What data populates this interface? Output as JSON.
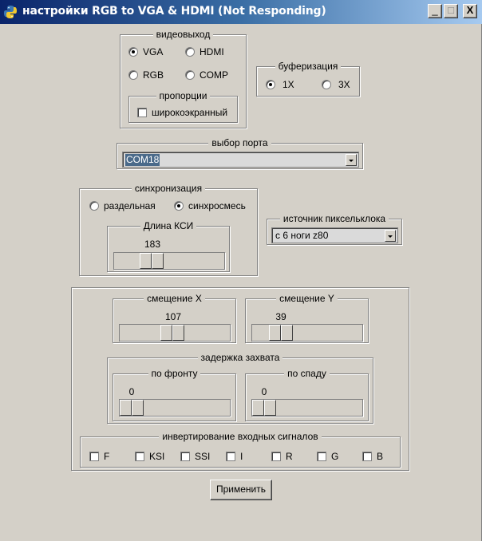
{
  "window": {
    "title": "настройки RGB to VGA & HDMI (Not Responding)",
    "icon": "python-icon",
    "controls": {
      "minimize": "_",
      "maximize": "□",
      "close": "X"
    }
  },
  "video_output": {
    "legend": "видеовыход",
    "options": [
      {
        "label": "VGA",
        "selected": true
      },
      {
        "label": "HDMI",
        "selected": false
      },
      {
        "label": "RGB",
        "selected": false
      },
      {
        "label": "COMP",
        "selected": false
      }
    ],
    "proportions": {
      "legend": "пропорции",
      "widescreen_label": "широкоэкранный",
      "widescreen_checked": false
    }
  },
  "buffering": {
    "legend": "буферизация",
    "options": [
      {
        "label": "1X",
        "selected": true
      },
      {
        "label": "3X",
        "selected": false
      }
    ]
  },
  "port": {
    "legend": "выбор порта",
    "value": "COM18"
  },
  "sync": {
    "legend": "синхронизация",
    "options": [
      {
        "label": "раздельная",
        "selected": false
      },
      {
        "label": "синхросмесь",
        "selected": true
      }
    ],
    "ksi_length": {
      "legend": "Длина КСИ",
      "value": "183"
    }
  },
  "pixel_clock": {
    "legend": "источник пиксельклока",
    "value": "с 6 ноги z80"
  },
  "offset_x": {
    "legend": "смещение X",
    "value": "107"
  },
  "offset_y": {
    "legend": "смещение Y",
    "value": "39"
  },
  "capture_delay": {
    "legend": "задержка захвата",
    "front": {
      "legend": "по фронту",
      "value": "0"
    },
    "fall": {
      "legend": "по спаду",
      "value": "0"
    }
  },
  "invert": {
    "legend": "инвертирование входных сигналов",
    "signals": [
      {
        "label": "F",
        "checked": false
      },
      {
        "label": "KSI",
        "checked": false
      },
      {
        "label": "SSI",
        "checked": false
      },
      {
        "label": "I",
        "checked": false
      },
      {
        "label": "R",
        "checked": false
      },
      {
        "label": "G",
        "checked": false
      },
      {
        "label": "B",
        "checked": false
      }
    ]
  },
  "apply_button": "Применить"
}
